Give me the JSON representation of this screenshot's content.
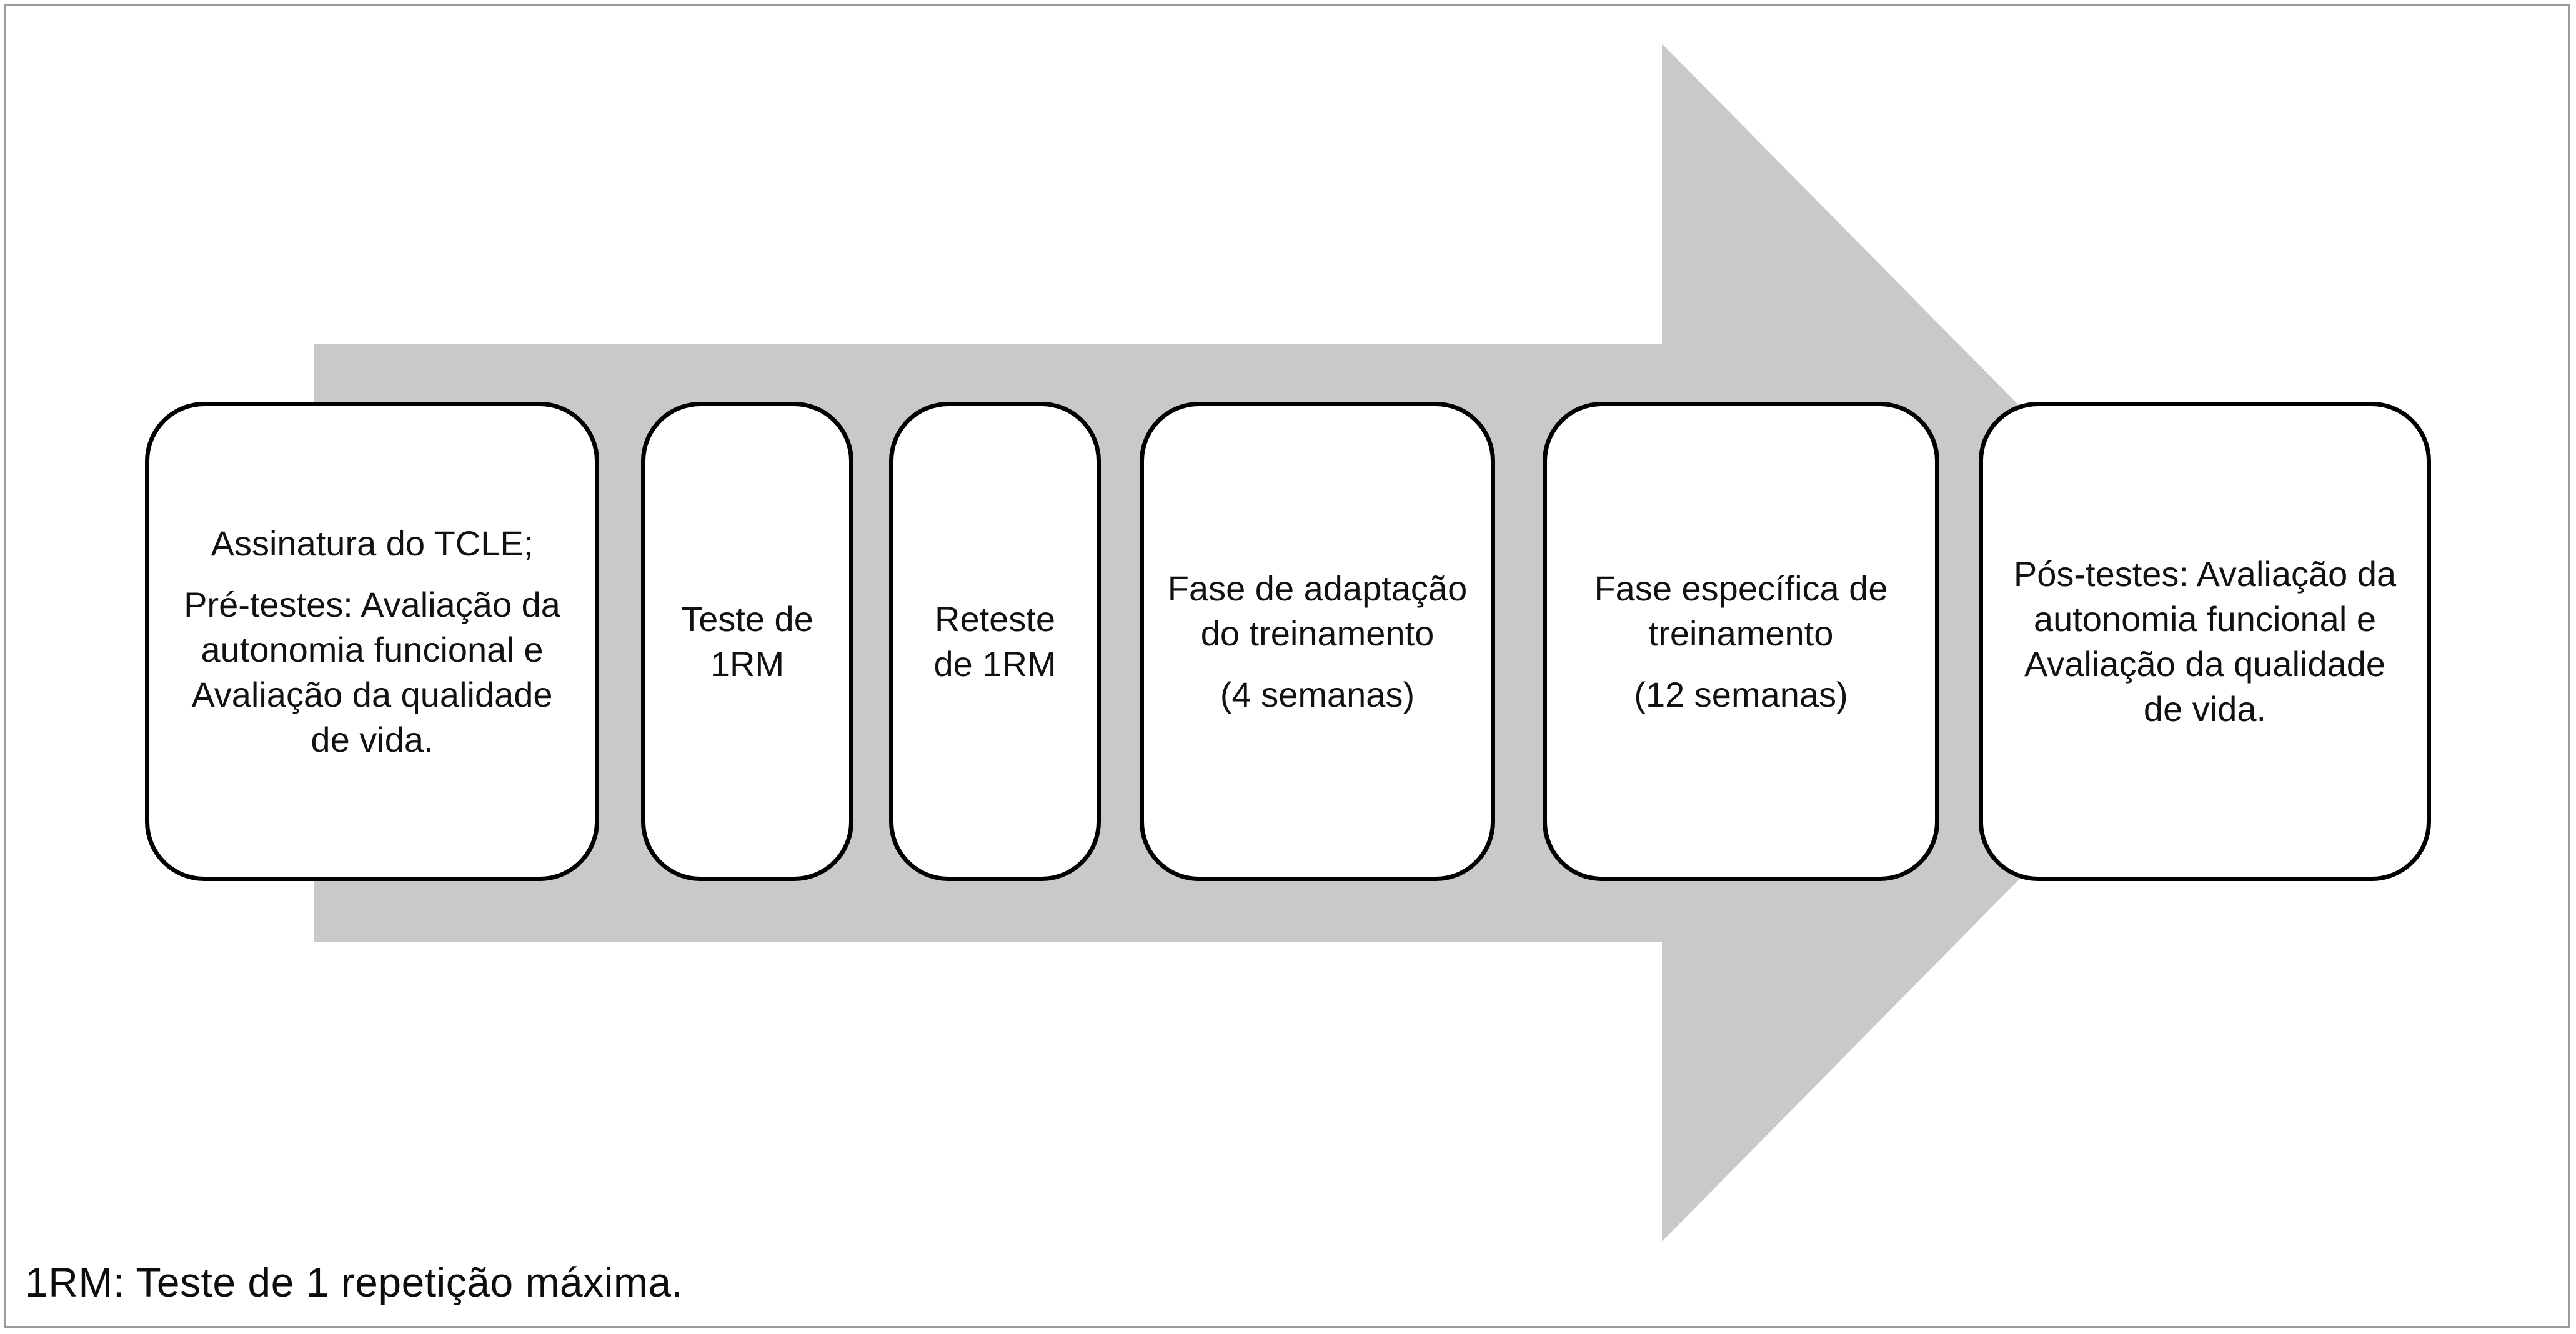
{
  "colors": {
    "arrow_fill": "#c9c9c9",
    "page_border": "#9b9b9b",
    "box_border": "#000000",
    "box_fill": "#ffffff",
    "text": "#111111"
  },
  "flow": {
    "direction": "left-to-right",
    "steps": [
      {
        "name": "pre-tests",
        "paragraphs": [
          "Assinatura do TCLE;",
          "Pré-testes: Avaliação da\nautonomia funcional e\nAvaliação da qualidade\nde vida."
        ]
      },
      {
        "name": "1rm-test",
        "paragraphs": [
          "Teste de\n1RM"
        ]
      },
      {
        "name": "1rm-retest",
        "paragraphs": [
          "Reteste\nde 1RM"
        ]
      },
      {
        "name": "adaptation-phase",
        "paragraphs": [
          "Fase de adaptação\ndo treinamento",
          "(4 semanas)"
        ]
      },
      {
        "name": "specific-phase",
        "paragraphs": [
          "Fase específica de\ntreinamento",
          "(12 semanas)"
        ]
      },
      {
        "name": "post-tests",
        "paragraphs": [
          "Pós-testes: Avaliação da\nautonomia funcional e\nAvaliação da qualidade\nde vida."
        ]
      }
    ]
  },
  "footnote": {
    "text": "1RM: Teste de 1 repetição máxima."
  }
}
